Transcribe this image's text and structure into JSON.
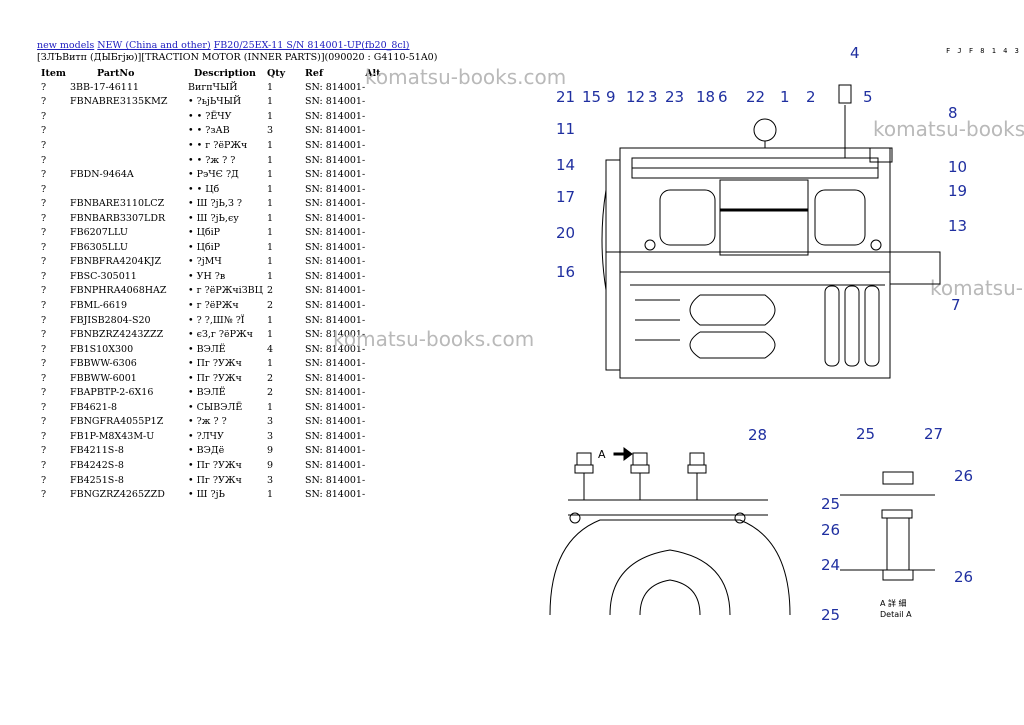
{
  "breadcrumb": {
    "link1": "new models",
    "link2": "NEW (China and other)",
    "link3": "FB20/25EX-11 S/N 814001-UP(fb20_8cl)"
  },
  "subtitle": "[ЗЛЪВитп (ДЫБгjю)][TRACTION MOTOR (INNER PARTS)](090020 : G4110-51A0)",
  "table": {
    "headers": [
      "Item",
      "PartNo",
      "Description",
      "Qty",
      "Ref",
      "Alt"
    ],
    "rows": [
      [
        "?",
        "3BB-17-46111",
        "ВигпЧЫЙ",
        "1",
        "SN: 814001-"
      ],
      [
        "?",
        "FBNABRE3135KMZ",
        "• ?ьjЬЧЫЙ",
        "1",
        "SN: 814001-"
      ],
      [
        "?",
        "",
        "• • ?ЁЧУ",
        "1",
        "SN: 814001-"
      ],
      [
        "?",
        "",
        "• • ?зАВ",
        "3",
        "SN: 814001-"
      ],
      [
        "?",
        "",
        "• • г ?ёРЖч",
        "1",
        "SN: 814001-"
      ],
      [
        "?",
        "",
        "• • ?ж ? ?",
        "1",
        "SN: 814001-"
      ],
      [
        "?",
        "FBDN-9464A",
        "• РэЧЄ ?Д",
        "1",
        "SN: 814001-"
      ],
      [
        "?",
        "",
        "• • Цб",
        "1",
        "SN: 814001-"
      ],
      [
        "?",
        "FBNBARE3110LCZ",
        "• Ш ?jЬ,З ?",
        "1",
        "SN: 814001-"
      ],
      [
        "?",
        "FBNBARB3307LDR",
        "• Ш ?jЬ,єу",
        "1",
        "SN: 814001-"
      ],
      [
        "?",
        "FB6207LLU",
        "• ЦбіР",
        "1",
        "SN: 814001-"
      ],
      [
        "?",
        "FB6305LLU",
        "• ЦбіР",
        "1",
        "SN: 814001-"
      ],
      [
        "?",
        "FBNBFRA4204KJZ",
        "• ?jМЧ",
        "1",
        "SN: 814001-"
      ],
      [
        "?",
        "FBSC-305011",
        "• УН ?в",
        "1",
        "SN: 814001-"
      ],
      [
        "?",
        "FBNPHRA4068HAZ",
        "• г ?ёРЖчіЗВЦ",
        "2",
        "SN: 814001-"
      ],
      [
        "?",
        "FBML-6619",
        "• г ?ёРЖч",
        "2",
        "SN: 814001-"
      ],
      [
        "?",
        "FBJISB2804-S20",
        "• ? ?,Ш№ ?Ї",
        "1",
        "SN: 814001-"
      ],
      [
        "?",
        "FBNBZRZ4243ZZZ",
        "• єЗ,г ?ёРЖч",
        "1",
        "SN: 814001-"
      ],
      [
        "?",
        "FB1S10X300",
        "• ВЭЛЁ",
        "4",
        "SN: 814001-"
      ],
      [
        "?",
        "FBBWW-6306",
        "• Пг ?УЖч",
        "1",
        "SN: 814001-"
      ],
      [
        "?",
        "FBBWW-6001",
        "• Пг ?УЖч",
        "2",
        "SN: 814001-"
      ],
      [
        "?",
        "FBAPBTP-2-6X16",
        "• ВЭЛЁ",
        "2",
        "SN: 814001-"
      ],
      [
        "?",
        "FB4621-8",
        "• СЫВЭЛЁ",
        "1",
        "SN: 814001-"
      ],
      [
        "?",
        "FBNGFRA4055P1Z",
        "• ?ж ? ?",
        "3",
        "SN: 814001-"
      ],
      [
        "?",
        "FB1P-M8X43M-U",
        "• ?ЛЧУ",
        "3",
        "SN: 814001-"
      ],
      [
        "?",
        "FB4211S-8",
        "• ВЭДё",
        "9",
        "SN: 814001-"
      ],
      [
        "?",
        "FB4242S-8",
        "• Пг ?УЖч",
        "9",
        "SN: 814001-"
      ],
      [
        "?",
        "FB4251S-8",
        "• Пг ?УЖч",
        "3",
        "SN: 814001-"
      ],
      [
        "?",
        "FBNGZRZ4265ZZD",
        "• Ш ?jЬ",
        "1",
        "SN: 814001-"
      ]
    ]
  },
  "watermark": "komatsu-books.com",
  "figure": {
    "code": "F J F 8 1 4 3",
    "detail_label_line1": "A  詳  細",
    "detail_label_line2": "Detail A",
    "arrow_label": "A",
    "callouts": [
      "21",
      "15",
      "9",
      "12",
      "3",
      "23",
      "18",
      "6",
      "22",
      "1",
      "2",
      "4",
      "5",
      "8",
      "11",
      "14",
      "17",
      "20",
      "16",
      "10",
      "19",
      "13",
      "7",
      "28",
      "25",
      "27",
      "26",
      "25",
      "26",
      "24",
      "26",
      "25"
    ]
  }
}
